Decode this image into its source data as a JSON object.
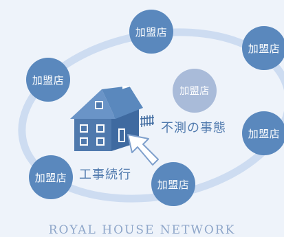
{
  "diagram": {
    "members": [
      {
        "id": "top",
        "label": "加盟店"
      },
      {
        "id": "right-top",
        "label": "加盟店"
      },
      {
        "id": "left",
        "label": "加盟店"
      },
      {
        "id": "center",
        "label": "加盟店"
      },
      {
        "id": "right",
        "label": "加盟店"
      },
      {
        "id": "bottom-left",
        "label": "加盟店"
      },
      {
        "id": "bottom",
        "label": "加盟店"
      }
    ],
    "event_label": "不測の事態",
    "continue_label": "工事続行",
    "house_icon": "house-icon",
    "cursor_icon": "arrow-cursor-icon"
  },
  "footer": "ROYAL HOUSE NETWORK",
  "colors": {
    "background": "#eef3fa",
    "ring": "#cddcf1",
    "node_dark": "#5a88bd",
    "node_light": "#a9bbd9",
    "label": "#4f79ad",
    "footer": "#8ea6c9"
  }
}
